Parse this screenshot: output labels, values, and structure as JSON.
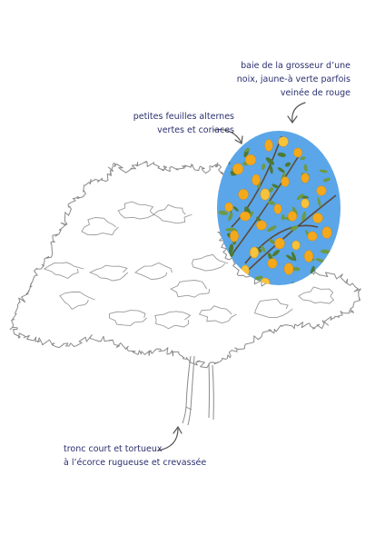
{
  "annotations": {
    "fruit": {
      "lines": [
        "baie de la grosseur d’une",
        "noix, jaune-à verte parfois",
        "veinée de rouge"
      ]
    },
    "leaves": {
      "lines": [
        "petites feuilles alternes",
        "vertes et coriaces"
      ]
    },
    "trunk": {
      "lines": [
        "tronc court et tortueux",
        "à l’écorce rugueuse et crevassée"
      ]
    }
  },
  "colors": {
    "text": "#2a2f6e",
    "sketch": "#8a8a8a",
    "arrow": "#555555",
    "sky": "#5aa6e8",
    "fruit": "#f4a91c",
    "leaf": "#4d7a32"
  }
}
